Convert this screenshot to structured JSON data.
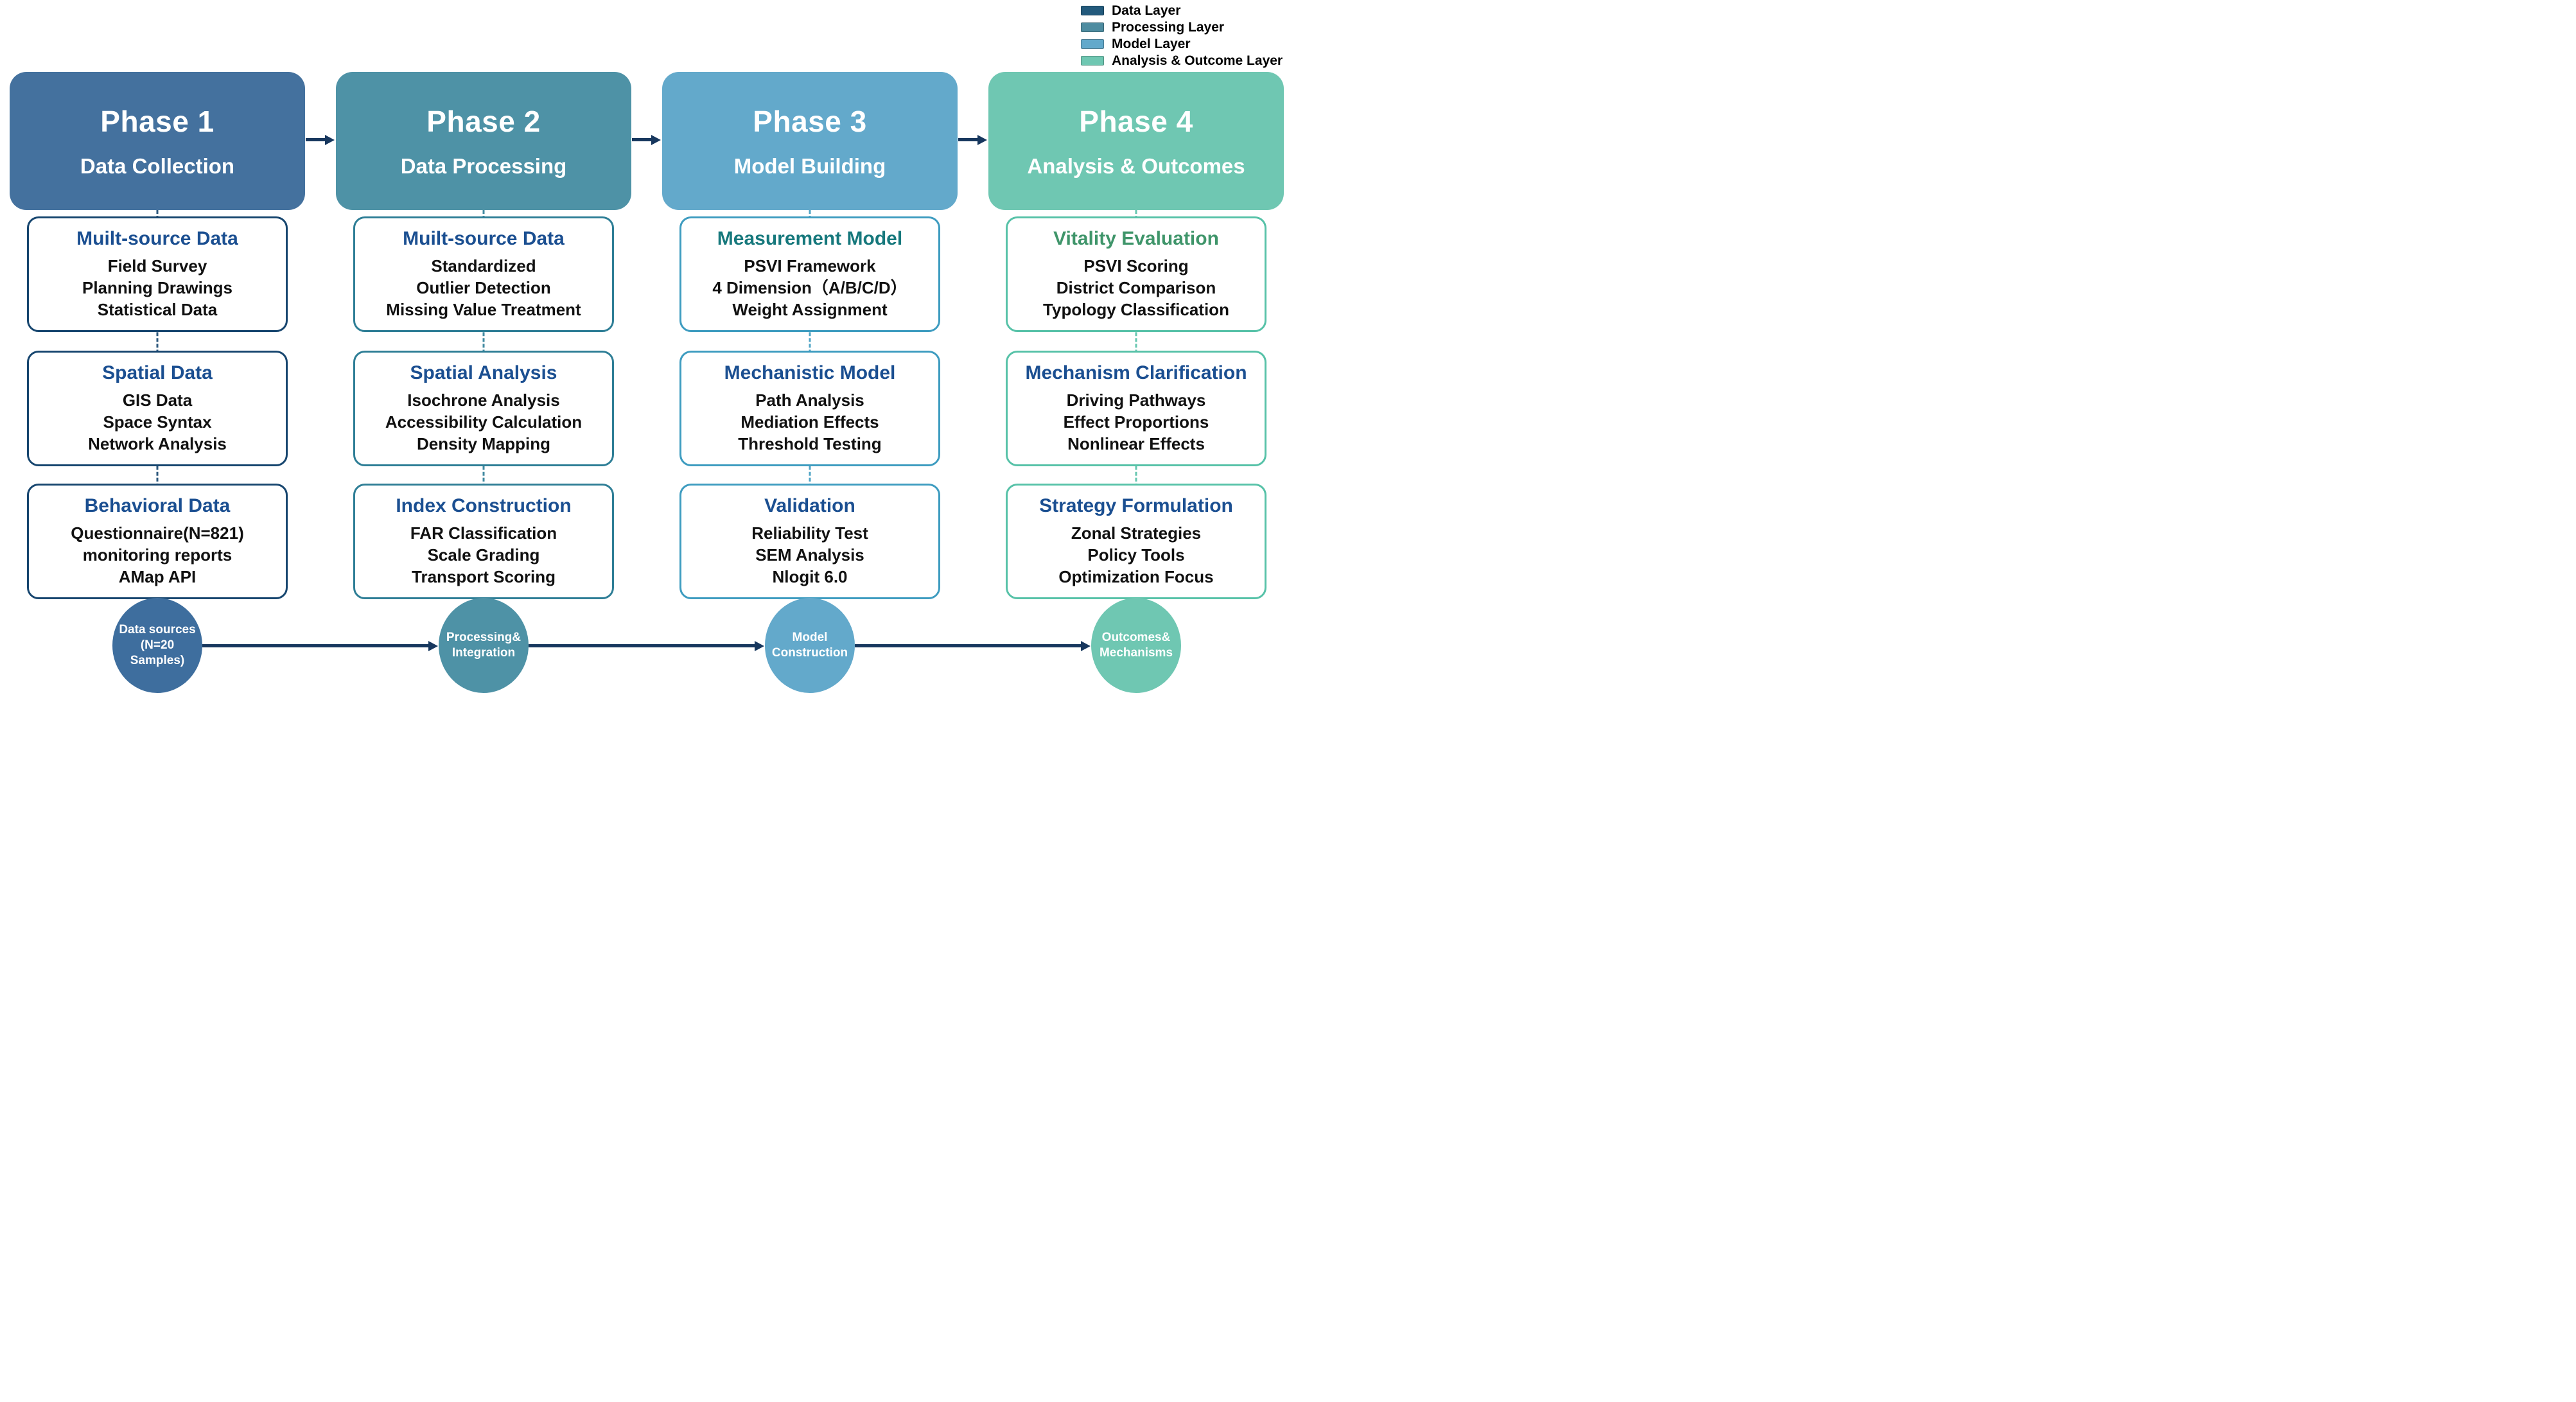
{
  "legend": {
    "items": [
      {
        "label": "Data Layer",
        "color": "#235a7c"
      },
      {
        "label": "Processing Layer",
        "color": "#4e8ca0"
      },
      {
        "label": "Model Layer",
        "color": "#63a9cb"
      },
      {
        "label": "Analysis & Outcome Layer",
        "color": "#6fc7b2"
      }
    ]
  },
  "arrow_color": "#17375e",
  "phases": [
    {
      "header": {
        "title": "Phase 1",
        "subtitle": "Data Collection"
      },
      "colors": {
        "header_bg": "#44719e",
        "accent": "#17466f",
        "circle_bg": "#3e6e9e"
      },
      "boxes": [
        {
          "title": "Muilt-source Data",
          "title_color": "#1b4f91",
          "items": [
            "Field Survey",
            "Planning Drawings",
            "Statistical Data"
          ]
        },
        {
          "title": "Spatial Data",
          "title_color": "#1b4f91",
          "items": [
            "GIS Data",
            "Space Syntax",
            "Network Analysis"
          ]
        },
        {
          "title": "Behavioral Data",
          "title_color": "#1b4f91",
          "items": [
            "Questionnaire(N=821)",
            "monitoring reports",
            "AMap API"
          ]
        }
      ],
      "circle": {
        "line1": "Data sources",
        "line2": "(N=20 Samples)"
      }
    },
    {
      "header": {
        "title": "Phase 2",
        "subtitle": "Data Processing"
      },
      "colors": {
        "header_bg": "#4e92a6",
        "accent": "#2e7e96",
        "circle_bg": "#4e92a6"
      },
      "boxes": [
        {
          "title": "Muilt-source Data",
          "title_color": "#1b4f91",
          "items": [
            "Standardized",
            "Outlier Detection",
            "Missing Value Treatment"
          ]
        },
        {
          "title": "Spatial Analysis",
          "title_color": "#1b4f91",
          "items": [
            "Isochrone Analysis",
            "Accessibility Calculation",
            "Density Mapping"
          ]
        },
        {
          "title": "Index Construction",
          "title_color": "#1b4f91",
          "items": [
            "FAR Classification",
            "Scale Grading",
            "Transport Scoring"
          ]
        }
      ],
      "circle": {
        "line1": "Processing&",
        "line2": "Integration"
      }
    },
    {
      "header": {
        "title": "Phase 3",
        "subtitle": "Model Building"
      },
      "colors": {
        "header_bg": "#63a9cb",
        "accent": "#3e9cc0",
        "circle_bg": "#63a9cb"
      },
      "boxes": [
        {
          "title": "Measurement Model",
          "title_color": "#16787c",
          "items": [
            "PSVI Framework",
            "4 Dimension（A/B/C/D）",
            "Weight Assignment"
          ]
        },
        {
          "title": "Mechanistic Model",
          "title_color": "#1b4f91",
          "items": [
            "Path Analysis",
            "Mediation Effects",
            "Threshold Testing"
          ]
        },
        {
          "title": "Validation",
          "title_color": "#1b4f91",
          "items": [
            "Reliability Test",
            "SEM Analysis",
            "Nlogit 6.0"
          ]
        }
      ],
      "circle": {
        "line1": "Model",
        "line2": "Construction"
      }
    },
    {
      "header": {
        "title": "Phase 4",
        "subtitle": "Analysis & Outcomes"
      },
      "colors": {
        "header_bg": "#6fc7b2",
        "accent": "#57c2a8",
        "circle_bg": "#6fc7b2"
      },
      "boxes": [
        {
          "title": "Vitality Evaluation",
          "title_color": "#3f956a",
          "items": [
            "PSVI Scoring",
            "District Comparison",
            "Typology Classification"
          ]
        },
        {
          "title": "Mechanism Clarification",
          "title_color": "#1b4f91",
          "items": [
            "Driving Pathways",
            "Effect Proportions",
            "Nonlinear Effects"
          ]
        },
        {
          "title": "Strategy Formulation",
          "title_color": "#1b4f91",
          "items": [
            "Zonal Strategies",
            "Policy Tools",
            "Optimization Focus"
          ]
        }
      ],
      "circle": {
        "line1": "Outcomes&",
        "line2": "Mechanisms"
      }
    }
  ]
}
